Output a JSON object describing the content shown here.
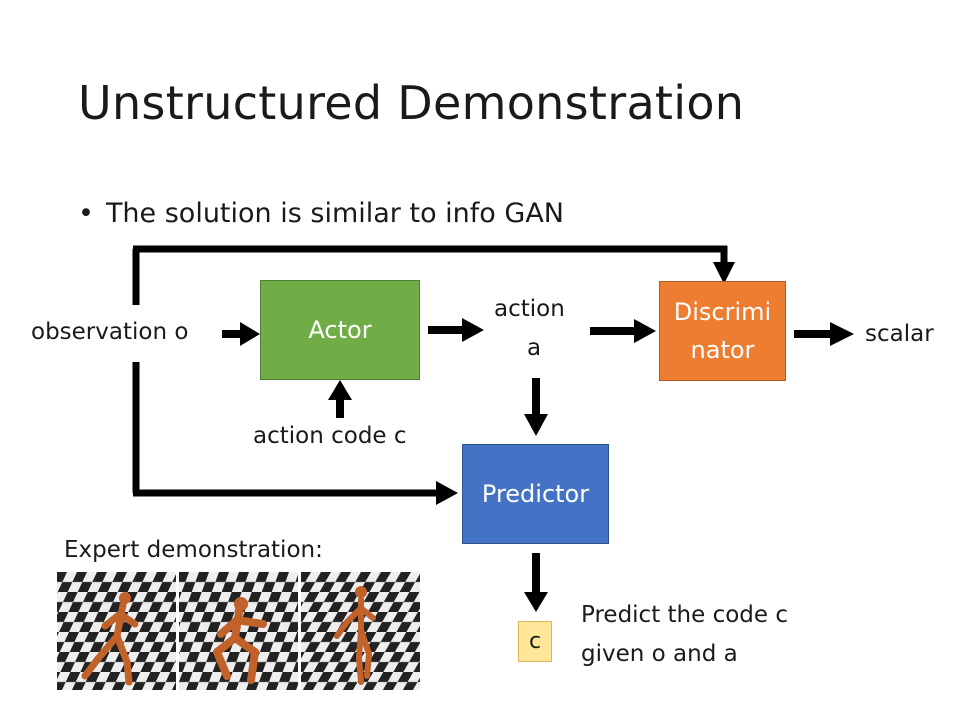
{
  "slide": {
    "title": "Unstructured Demonstration",
    "bullet": "The solution is similar to info GAN"
  },
  "diagram": {
    "observation_label": "observation o",
    "actor_label": "Actor",
    "action_code_label": "action code c",
    "action_label_line1": "action",
    "action_label_line2": "a",
    "discriminator_line1": "Discrimi",
    "discriminator_line2": "nator",
    "scalar_label": "scalar",
    "predictor_label": "Predictor",
    "code_box_label": "c",
    "predict_note_line1": "Predict the code c",
    "predict_note_line2": "given o and a"
  },
  "expert": {
    "caption": "Expert demonstration:"
  },
  "colors": {
    "actor": "#70ad47",
    "discriminator": "#ed7d31",
    "predictor": "#4472c4",
    "code_box": "#ffe699",
    "figure": "#c0622a"
  }
}
